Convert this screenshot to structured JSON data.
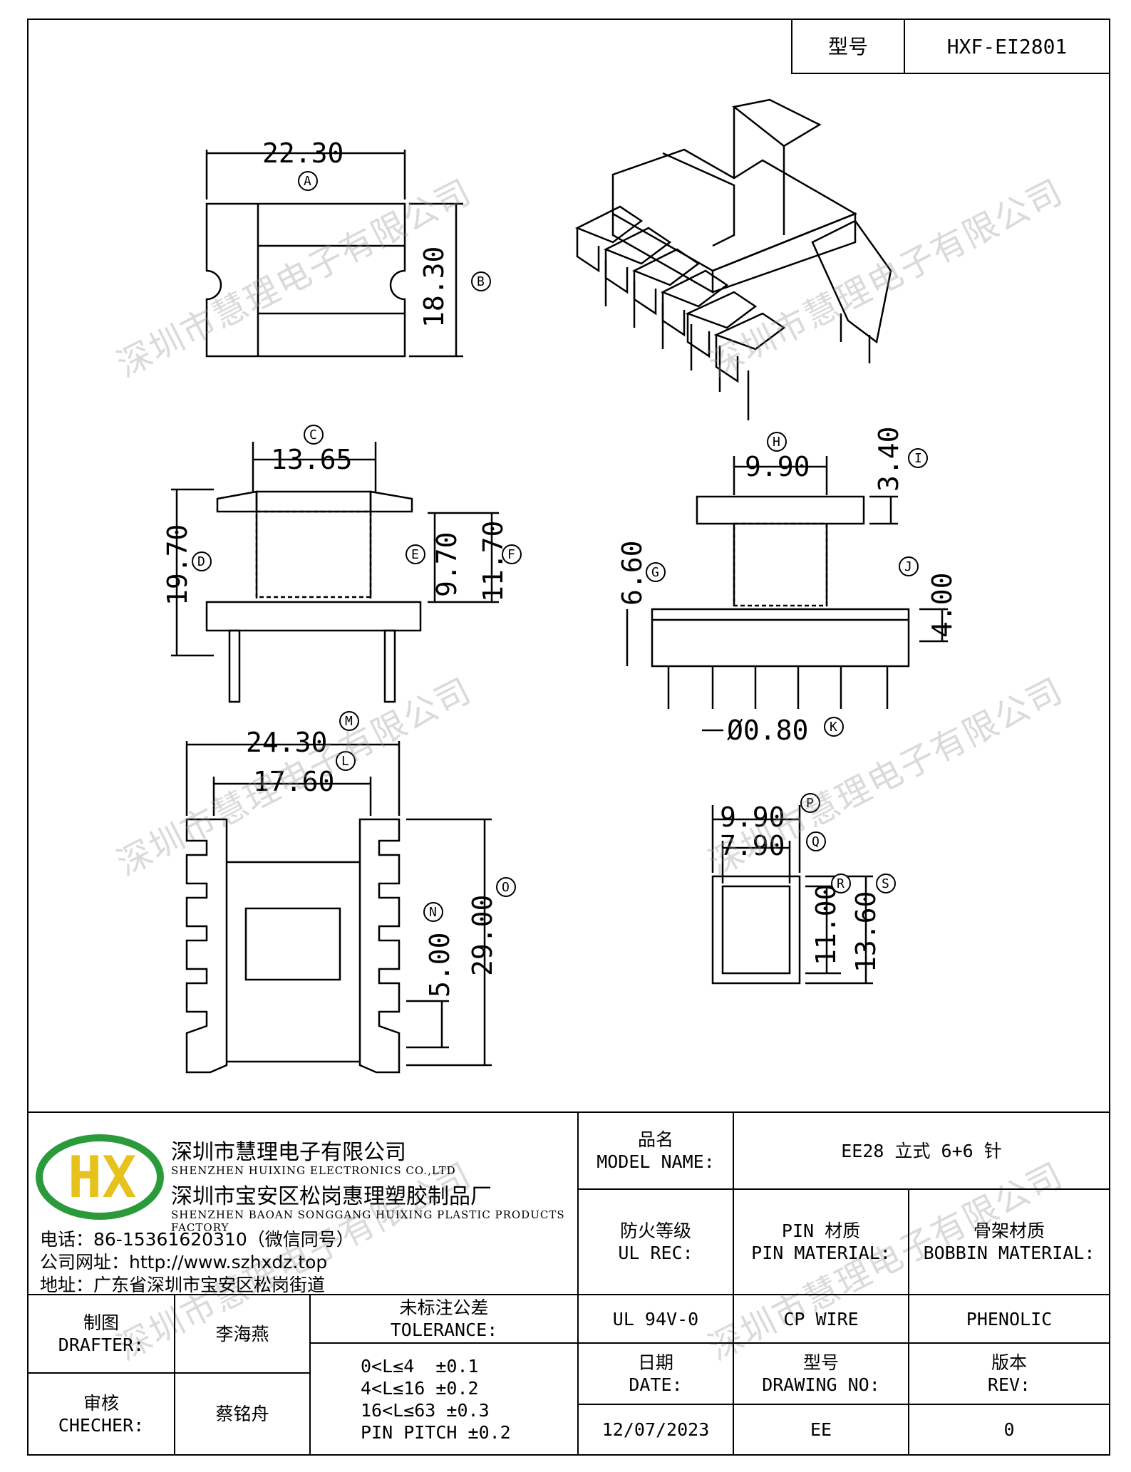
{
  "header": {
    "model_label": "型号",
    "model_value": "HXF-EI2801"
  },
  "drawing": {
    "dim_a": "22.30",
    "tag_a": "A",
    "dim_b": "18.30",
    "tag_b": "B",
    "dim_c": "13.65",
    "tag_c": "C",
    "dim_d": "19.70",
    "tag_d": "D",
    "dim_e": "9.70",
    "tag_e": "E",
    "dim_f": "11.70",
    "tag_f": "F",
    "dim_g": "6.60",
    "tag_g": "G",
    "dim_h": "9.90",
    "tag_h": "H",
    "dim_i": "3.40",
    "tag_i": "I",
    "dim_j": "4.00",
    "tag_j": "J",
    "dim_k": "Ø0.80",
    "tag_k": "K",
    "dim_l": "17.60",
    "tag_l": "L",
    "dim_m": "24.30",
    "tag_m": "M",
    "dim_n": "5.00",
    "tag_n": "N",
    "dim_o": "29.00",
    "tag_o": "O",
    "dim_p": "9.90",
    "tag_p": "P",
    "dim_q": "7.90",
    "tag_q": "Q",
    "dim_r": "11.00",
    "tag_r": "R",
    "dim_s": "13.60",
    "tag_s": "S"
  },
  "watermark": "深圳市慧理电子有限公司",
  "company": {
    "logo_text": "HX",
    "name_cn": "深圳市慧理电子有限公司",
    "name_en": "SHENZHEN HUIXING ELECTRONICS CO.,LTD",
    "factory_cn": "深圳市宝安区松岗惠理塑胶制品厂",
    "factory_en": "SHENZHEN BAOAN SONGGANG HUIXING PLASTIC PRODUCTS FACTORY",
    "phone": "电话：86-15361620310（微信同号）",
    "website": "公司网址：http://www.szhxdz.top",
    "address": "地址：广东省深圳市宝安区松岗街道"
  },
  "title_block": {
    "model_name_cn": "品名",
    "model_name_en": "MODEL NAME:",
    "model_name_value": "EE28 立式 6+6 针",
    "ul_cn": "防火等级",
    "ul_en": "UL REC:",
    "pin_cn": "PIN 材质",
    "pin_en": "PIN MATERIAL:",
    "bobbin_cn": "骨架材质",
    "bobbin_en": "BOBBIN MATERIAL:",
    "ul_value": "UL 94V-0",
    "pin_value": "CP WIRE",
    "bobbin_value": "PHENOLIC",
    "drafter_cn": "制图",
    "drafter_en": "DRAFTER:",
    "drafter_name": "李海燕",
    "checker_cn": "审核",
    "checker_en": "CHECHER:",
    "checker_name": "蔡铭舟",
    "tolerance_cn": "未标注公差",
    "tolerance_en": "TOLERANCE:",
    "tol1": "0<L≤4  ±0.1",
    "tol2": "4<L≤16 ±0.2",
    "tol3": "16<L≤63 ±0.3",
    "tol4": "PIN PITCH ±0.2",
    "date_cn": "日期",
    "date_en": "DATE:",
    "dwg_cn": "型号",
    "dwg_en": "DRAWING NO:",
    "rev_cn": "版本",
    "rev_en": "REV:",
    "date_value": "12/07/2023",
    "dwg_value": "EE",
    "rev_value": "0"
  }
}
